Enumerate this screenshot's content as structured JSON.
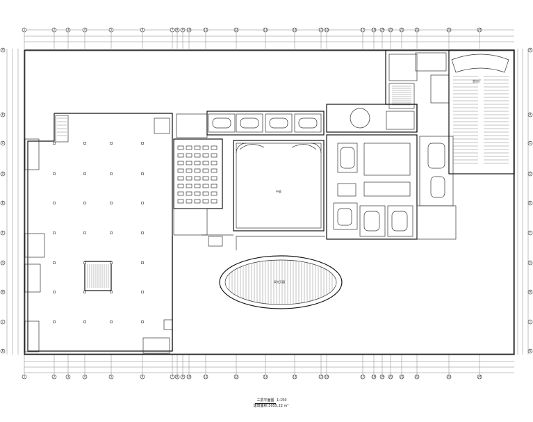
{
  "drawing": {
    "title": "三层平面图",
    "scale_tag": "1:150",
    "subtitle": "建筑面积:5055.22 m²",
    "auditorium_label": "会议厅",
    "hall_label": "中庭",
    "oval_label": "采光天窗"
  },
  "grid": {
    "top_axis_labels": [
      "1",
      "2",
      "3",
      "4",
      "5",
      "6",
      "7",
      "8",
      "9",
      "10",
      "11",
      "12",
      "13",
      "14",
      "15",
      "16",
      "17",
      "18",
      "19",
      "20",
      "21",
      "22",
      "23",
      "24"
    ],
    "left_axis_labels": [
      "A",
      "B",
      "C",
      "D",
      "E",
      "F",
      "G",
      "H",
      "J",
      "K",
      "L",
      "M"
    ]
  }
}
